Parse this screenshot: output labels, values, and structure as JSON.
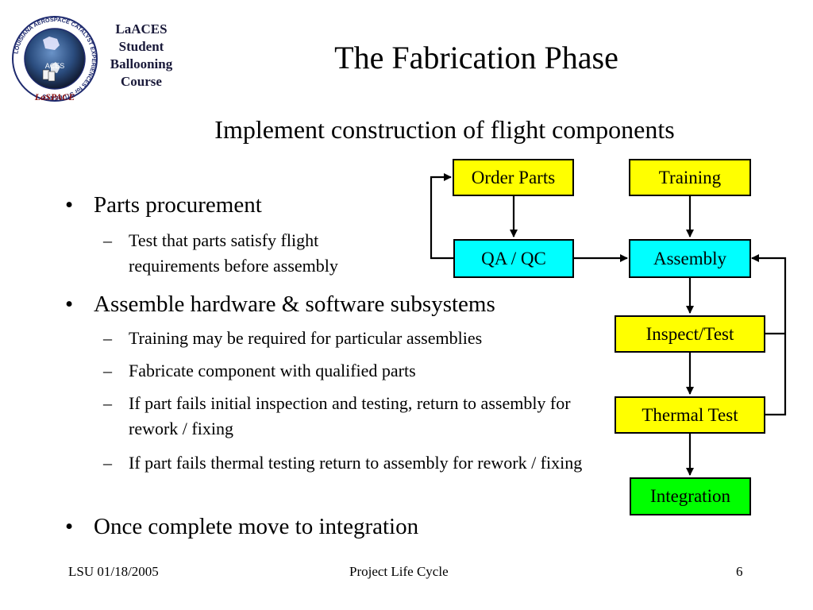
{
  "logo": {
    "ring_text": "LOUISIANA AEROSPACE CATALYST EXPERIENCES for STUDENTS",
    "inner_text": "ACES",
    "brand": "LaSPACE",
    "side_lines": [
      "LaACES",
      "Student",
      "Ballooning",
      "Course"
    ]
  },
  "slide": {
    "title": "The Fabrication Phase",
    "subtitle": "Implement construction of flight components"
  },
  "bullets": [
    {
      "level": 1,
      "marker": "•",
      "text": "Parts procurement"
    },
    {
      "level": 2,
      "marker": "–",
      "text": "Test that parts satisfy flight requirements before assembly"
    },
    {
      "level": 1,
      "marker": "•",
      "text": "Assemble hardware & software subsystems"
    },
    {
      "level": 2,
      "marker": "–",
      "text": "Training may be required for particular assemblies"
    },
    {
      "level": 2,
      "marker": "–",
      "text": "Fabricate component with qualified parts"
    },
    {
      "level": 2,
      "marker": "–",
      "text": "If part fails initial inspection and testing, return to assembly for rework / fixing"
    },
    {
      "level": 2,
      "marker": "–",
      "text": "If part fails thermal testing return to assembly for rework / fixing"
    },
    {
      "level": 1,
      "marker": "•",
      "text": "Once complete move to integration"
    }
  ],
  "flowchart": {
    "boxes": {
      "order_parts": {
        "label": "Order Parts",
        "color": "#ffff00"
      },
      "training": {
        "label": "Training",
        "color": "#ffff00"
      },
      "qa_qc": {
        "label": "QA / QC",
        "color": "#00ffff"
      },
      "assembly": {
        "label": "Assembly",
        "color": "#00ffff"
      },
      "inspect_test": {
        "label": "Inspect/Test",
        "color": "#ffff00"
      },
      "thermal_test": {
        "label": "Thermal Test",
        "color": "#ffff00"
      },
      "integration": {
        "label": "Integration",
        "color": "#00ff00"
      }
    }
  },
  "footer": {
    "left": "LSU 01/18/2005",
    "center": "Project Life Cycle",
    "page": "6"
  }
}
